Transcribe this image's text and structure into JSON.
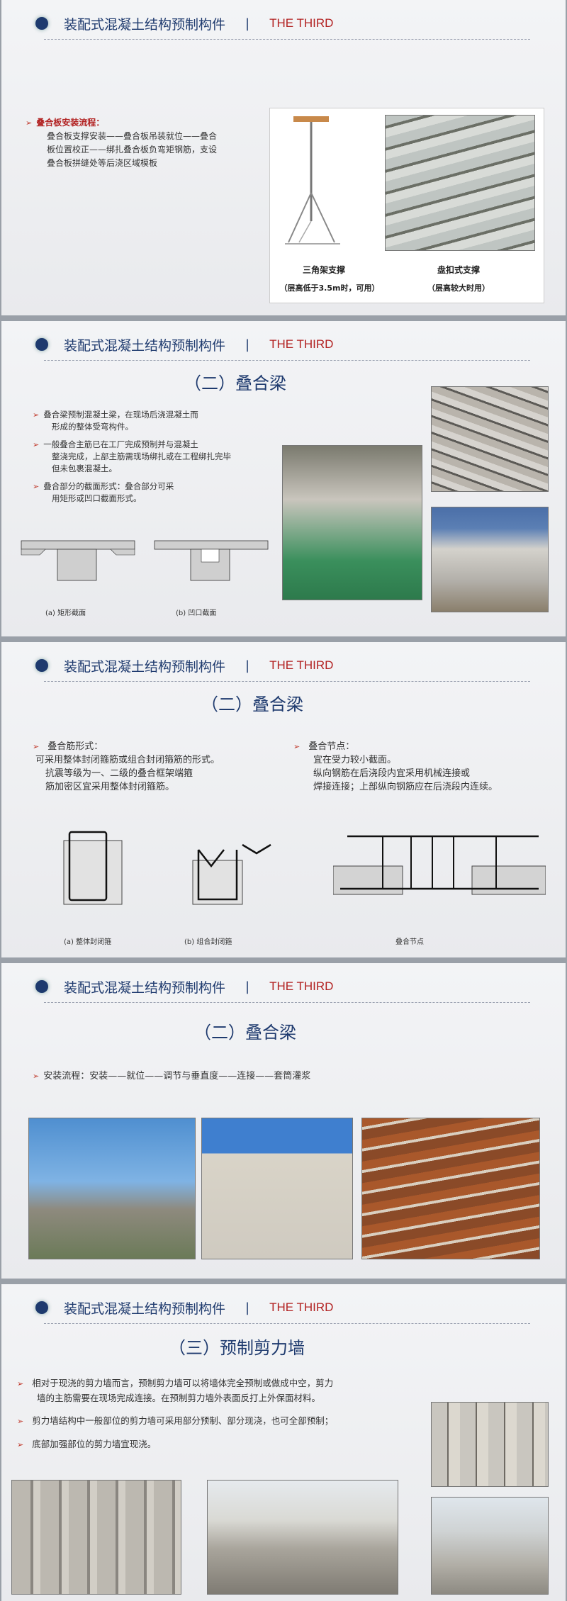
{
  "header": {
    "title": "装配式混凝土结构预制构件",
    "sep": "|",
    "section": "THE THIRD"
  },
  "s1": {
    "flow_title": "叠合板安装流程：",
    "flow_lines": [
      "叠合板支撑安装——叠合板吊装就位——叠合",
      "板位置校正——绑扎叠合板负弯矩钢筋，支设",
      "叠合板拼缝处等后浇区域模板"
    ],
    "cap1": "三角架支撑",
    "cap1b": "（层高低于3.5m时，可用）",
    "cap2": "盘扣式支撑",
    "cap2b": "（层高较大时用）"
  },
  "s2": {
    "subtitle": "（二）叠合梁",
    "b1": [
      "叠合梁预制混凝土梁，在现场后浇混凝土而",
      "形成的整体受弯构件。"
    ],
    "b2": [
      "一般叠合主筋已在工厂完成预制并与混凝土",
      "整浇完成，上部主筋需现场绑扎或在工程绑扎完毕",
      "但未包裹混凝土。"
    ],
    "b3": [
      "叠合部分的截面形式：叠合部分可采",
      "用矩形或凹口截面形式。"
    ],
    "fig_a": "(a) 矩形截面",
    "fig_b": "(b) 凹口截面"
  },
  "s3": {
    "subtitle": "（二）叠合梁",
    "l_title": "叠合筋形式：",
    "l_lines": [
      "可采用整体封闭箍筋或组合封闭箍筋的形式。",
      "抗震等级为一、二级的叠合框架端箍",
      "筋加密区宜采用整体封闭箍筋。"
    ],
    "r_title": "叠合节点：",
    "r_lines": [
      "宜在受力较小截面。",
      "纵向钢筋在后浇段内宜采用机械连接或",
      "焊接连接；上部纵向钢筋应在后浇段内连续。"
    ],
    "fig_a": "(a) 整体封闭箍",
    "fig_b": "(b) 组合封闭箍",
    "fig_c": "叠合节点"
  },
  "s4": {
    "subtitle": "（二）叠合梁",
    "flow": "安装流程：安装——就位——调节与垂直度——连接——套筒灌浆"
  },
  "s5": {
    "subtitle": "（三）预制剪力墙",
    "b1": [
      "相对于现浇的剪力墙而言，预制剪力墙可以将墙体完全预制或做成中空，剪力",
      "墙的主筋需要在现场完成连接。在预制剪力墙外表面反打上外保面材料。"
    ],
    "b2": "剪力墙结构中一般部位的剪力墙可采用部分预制、部分现浇，也可全部预制；",
    "b3": "底部加强部位的剪力墙宜现浇。"
  },
  "colors": {
    "navy": "#1e3a6e",
    "red": "#b22222"
  }
}
